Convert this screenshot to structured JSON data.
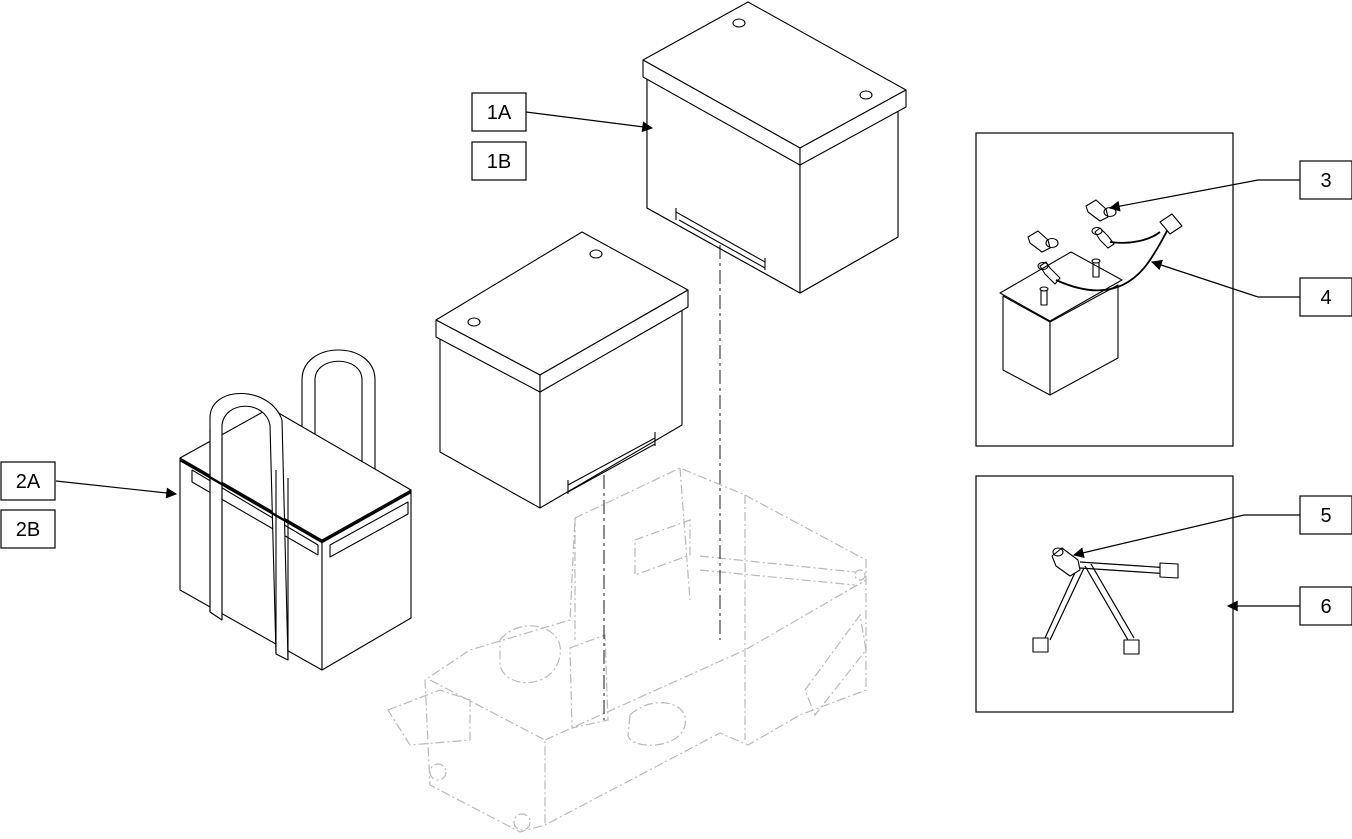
{
  "callouts": {
    "c1a": "1A",
    "c1b": "1B",
    "c2a": "2A",
    "c2b": "2B",
    "c3": "3",
    "c4": "4",
    "c5": "5",
    "c6": "6"
  },
  "colors": {
    "ink": "#000000",
    "ghost_frame": "#b9b9b9",
    "background": "#ffffff"
  }
}
